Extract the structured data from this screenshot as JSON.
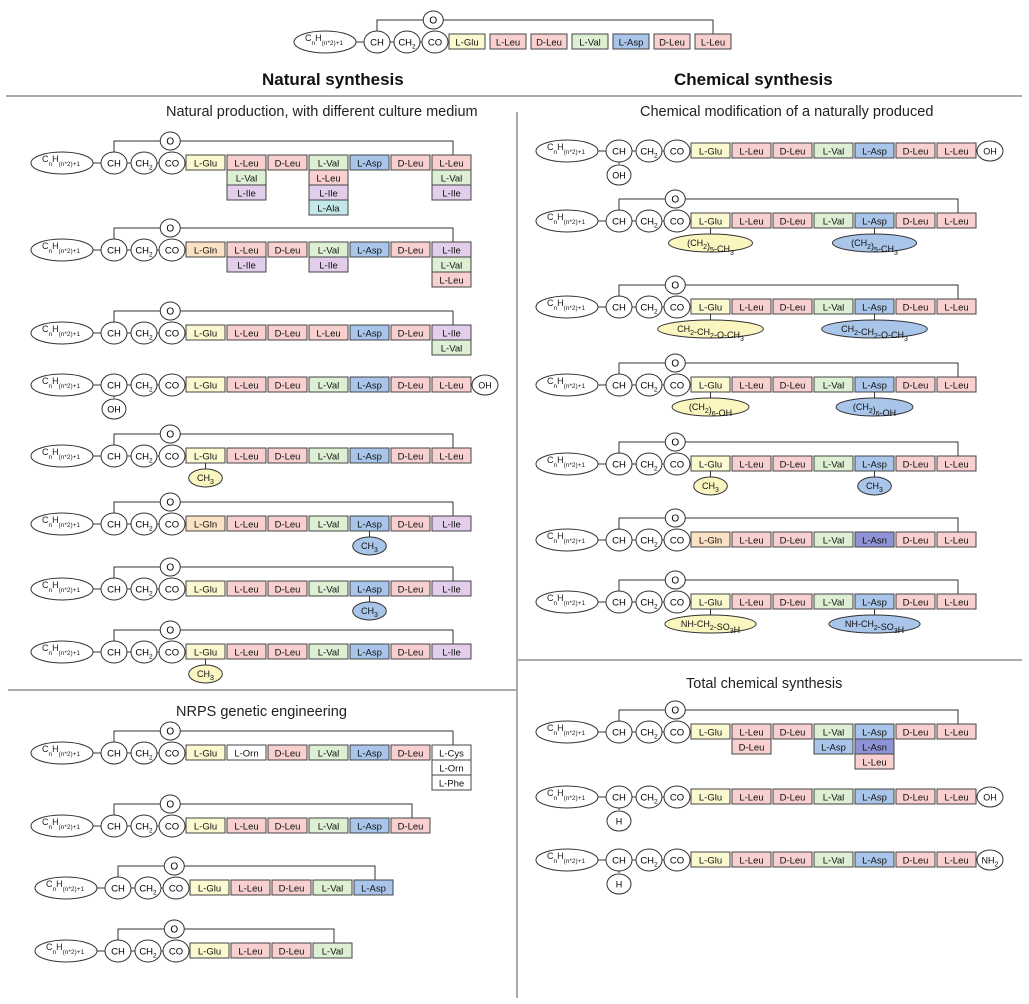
{
  "headings": {
    "natural": "Natural synthesis",
    "chemical": "Chemical synthesis"
  },
  "sections": {
    "natural_production": "Natural production, with different culture medium",
    "nrps": "NRPS genetic engineering",
    "chemical_modification": "Chemical modification of a naturally produced",
    "total_synthesis": "Total chemical synthesis"
  },
  "labels": {
    "oxygen": "O",
    "ch": "CH",
    "ch2": "CH",
    "ch2_sub": "2",
    "co": "CO",
    "chain": "C",
    "chain_n": "n",
    "chain_h": "H",
    "chain_sub": "(n*2)+1"
  },
  "colors": {
    "L-Glu": "#fbf9cf",
    "L-Gln": "#fce2c4",
    "L-Leu": "#f8d0d0",
    "D-Leu": "#f8d0d0",
    "L-Val": "#ddf0d4",
    "L-Asp": "#a9c5ea",
    "L-Asn": "#8e93d6",
    "L-Ile": "#e2cdea",
    "L-Ala": "#c4e8ea",
    "L-Orn": "#ffffff",
    "L-Cys": "#ffffff",
    "L-Phe": "#ffffff",
    "sub_glu": "#fbf5c0",
    "sub_asp": "#a9c5ea"
  },
  "molecules": [
    {
      "id": "top",
      "residues": [
        "L-Glu",
        "L-Leu",
        "D-Leu",
        "L-Val",
        "L-Asp",
        "D-Leu",
        "L-Leu"
      ]
    },
    {
      "id": "np1",
      "residues": [
        "L-Glu",
        "L-Leu",
        "D-Leu",
        "L-Val",
        "L-Asp",
        "D-Leu",
        "L-Leu"
      ],
      "variants": {
        "1": [
          "L-Val",
          "L-Ile"
        ],
        "3": [
          "L-Leu",
          "L-Ile",
          "L-Ala"
        ],
        "6": [
          "L-Val",
          "L-Ile"
        ]
      }
    },
    {
      "id": "np2",
      "residues": [
        "L-Gln",
        "L-Leu",
        "D-Leu",
        "L-Val",
        "L-Asp",
        "D-Leu",
        "L-Ile"
      ],
      "variants": {
        "1": [
          "L-Ile"
        ],
        "3": [
          "L-Ile"
        ],
        "6": [
          "L-Val",
          "L-Leu"
        ]
      }
    },
    {
      "id": "np3",
      "residues": [
        "L-Glu",
        "L-Leu",
        "D-Leu",
        "L-Leu",
        "L-Asp",
        "D-Leu",
        "L-Ile"
      ],
      "variants": {
        "6": [
          "L-Val"
        ]
      }
    },
    {
      "id": "np4",
      "linear": true,
      "ch_sub": "OH",
      "end": "OH",
      "residues": [
        "L-Glu",
        "L-Leu",
        "D-Leu",
        "L-Val",
        "L-Asp",
        "D-Leu",
        "L-Leu"
      ]
    },
    {
      "id": "np5",
      "residues": [
        "L-Glu",
        "L-Leu",
        "D-Leu",
        "L-Val",
        "L-Asp",
        "D-Leu",
        "L-Leu"
      ],
      "subs": {
        "0": "CH3"
      }
    },
    {
      "id": "np6",
      "residues": [
        "L-Gln",
        "L-Leu",
        "D-Leu",
        "L-Val",
        "L-Asp",
        "D-Leu",
        "L-Ile"
      ],
      "subs": {
        "4": "CH3"
      }
    },
    {
      "id": "np7",
      "residues": [
        "L-Glu",
        "L-Leu",
        "D-Leu",
        "L-Val",
        "L-Asp",
        "D-Leu",
        "L-Ile"
      ],
      "subs": {
        "4": "CH3"
      }
    },
    {
      "id": "np8",
      "residues": [
        "L-Glu",
        "L-Leu",
        "D-Leu",
        "L-Val",
        "L-Asp",
        "D-Leu",
        "L-Ile"
      ],
      "subs": {
        "0": "CH3"
      }
    },
    {
      "id": "ge1",
      "residues": [
        "L-Glu",
        "L-Orn",
        "D-Leu",
        "L-Val",
        "L-Asp",
        "D-Leu",
        "L-Cys"
      ],
      "variants": {
        "6": [
          "L-Orn",
          "L-Phe"
        ]
      }
    },
    {
      "id": "ge2",
      "residues": [
        "L-Glu",
        "L-Leu",
        "D-Leu",
        "L-Val",
        "L-Asp",
        "D-Leu"
      ]
    },
    {
      "id": "ge3",
      "residues": [
        "L-Glu",
        "L-Leu",
        "D-Leu",
        "L-Val",
        "L-Asp"
      ]
    },
    {
      "id": "ge4",
      "residues": [
        "L-Glu",
        "L-Leu",
        "D-Leu",
        "L-Val"
      ]
    },
    {
      "id": "cm1",
      "linear": true,
      "ch_sub": "OH",
      "end": "OH",
      "residues": [
        "L-Glu",
        "L-Leu",
        "D-Leu",
        "L-Val",
        "L-Asp",
        "D-Leu",
        "L-Leu"
      ]
    },
    {
      "id": "cm2",
      "residues": [
        "L-Glu",
        "L-Leu",
        "D-Leu",
        "L-Val",
        "L-Asp",
        "D-Leu",
        "L-Leu"
      ],
      "subs": {
        "0": "(CH2)5-CH3",
        "4": "(CH2)5-CH3"
      }
    },
    {
      "id": "cm3",
      "residues": [
        "L-Glu",
        "L-Leu",
        "D-Leu",
        "L-Val",
        "L-Asp",
        "D-Leu",
        "L-Leu"
      ],
      "subs": {
        "0": "CH2-CH2-O-CH3",
        "4": "CH2-CH2-O-CH3"
      }
    },
    {
      "id": "cm4",
      "residues": [
        "L-Glu",
        "L-Leu",
        "D-Leu",
        "L-Val",
        "L-Asp",
        "D-Leu",
        "L-Leu"
      ],
      "subs": {
        "0": "(CH2)6-OH",
        "4": "(CH2)6-OH"
      }
    },
    {
      "id": "cm5",
      "residues": [
        "L-Glu",
        "L-Leu",
        "D-Leu",
        "L-Val",
        "L-Asp",
        "D-Leu",
        "L-Leu"
      ],
      "subs": {
        "0": "CH3",
        "4": "CH3"
      }
    },
    {
      "id": "cm6",
      "residues": [
        "L-Gln",
        "L-Leu",
        "D-Leu",
        "L-Val",
        "L-Asn",
        "D-Leu",
        "L-Leu"
      ]
    },
    {
      "id": "cm7",
      "residues": [
        "L-Glu",
        "L-Leu",
        "D-Leu",
        "L-Val",
        "L-Asp",
        "D-Leu",
        "L-Leu"
      ],
      "subs": {
        "0": "NH-CH2-SO3H",
        "4": "NH-CH2-SO3H"
      }
    },
    {
      "id": "ts1",
      "residues": [
        "L-Glu",
        "L-Leu",
        "D-Leu",
        "L-Val",
        "L-Asp",
        "D-Leu",
        "L-Leu"
      ],
      "variants": {
        "1": [
          "D-Leu"
        ],
        "3": [
          "L-Asp"
        ],
        "4": [
          "L-Asn",
          "L-Leu"
        ]
      }
    },
    {
      "id": "ts2",
      "linear": true,
      "ch_sub": "H",
      "end": "OH",
      "residues": [
        "L-Glu",
        "L-Leu",
        "D-Leu",
        "L-Val",
        "L-Asp",
        "D-Leu",
        "L-Leu"
      ]
    },
    {
      "id": "ts3",
      "linear": true,
      "ch_sub": "H",
      "end": "NH2",
      "residues": [
        "L-Glu",
        "L-Leu",
        "D-Leu",
        "L-Val",
        "L-Asp",
        "D-Leu",
        "L-Leu"
      ]
    }
  ]
}
